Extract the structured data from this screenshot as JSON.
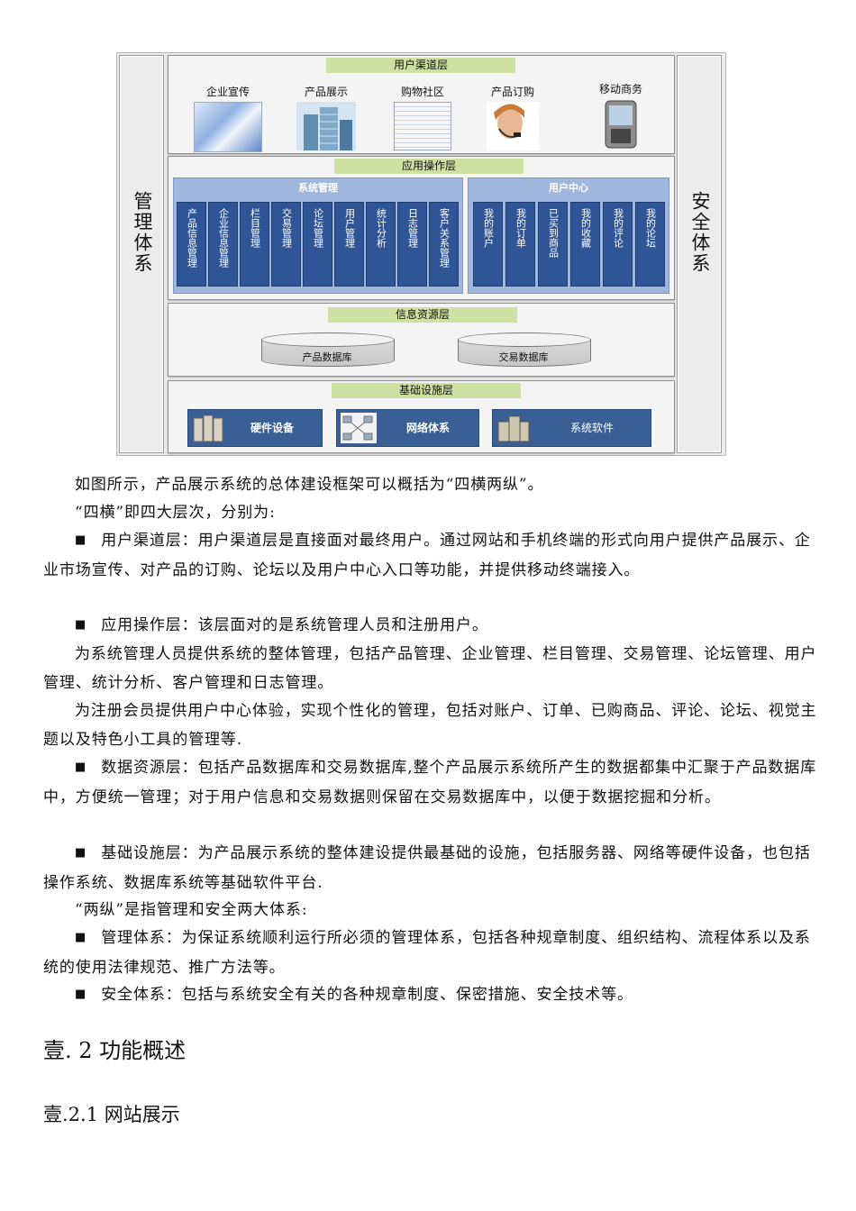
{
  "diagram": {
    "pillar_left": "管理体系",
    "pillar_right": "安全体系",
    "channel_layer": {
      "title": "用户渠道层",
      "items": [
        "企业宣传",
        "产品展示",
        "购物社区",
        "产品订购",
        "移动商务"
      ]
    },
    "operation_layer": {
      "title": "应用操作层",
      "system_mgmt": {
        "title": "系统管理",
        "items": [
          "产品信息管理",
          "企业信息管理",
          "栏目管理",
          "交易管理",
          "论坛管理",
          "用户管理",
          "统计分析",
          "日志管理",
          "客户关系管理"
        ]
      },
      "user_center": {
        "title": "用户中心",
        "items": [
          "我的账户",
          "我的订单",
          "已买到商品",
          "我的收藏",
          "我的评论",
          "我的论坛"
        ]
      }
    },
    "info_layer": {
      "title": "信息资源层",
      "databases": [
        "产品数据库",
        "交易数据库"
      ]
    },
    "infra_layer": {
      "title": "基础设施层",
      "items": [
        "硬件设备",
        "网络体系",
        "系统软件"
      ]
    }
  },
  "text": {
    "p1": "如图所示，产品展示系统的总体建设框架可以概括为“四横两纵”。",
    "p2": "“四横”即四大层次，分别为:",
    "p3": "用户渠道层：用户渠道层是直接面对最终用户。通过网站和手机终端的形式向用户提供产品展示、企业市场宣传、对产品的订购、论坛以及用户中心入口等功能，并提供移动终端接入。",
    "p4": "应用操作层：该层面对的是系统管理人员和注册用户。",
    "p5": "为系统管理人员提供系统的整体管理，包括产品管理、企业管理、栏目管理、交易管理、论坛管理、用户管理、统计分析、客户管理和日志管理。",
    "p6": "为注册会员提供用户中心体验，实现个性化的管理，包括对账户、订单、已购商品、评论、论坛、视觉主题以及特色小工具的管理等.",
    "p7": "数据资源层：包括产品数据库和交易数据库,整个产品展示系统所产生的数据都集中汇聚于产品数据库中，方便统一管理；对于用户信息和交易数据则保留在交易数据库中，以便于数据挖掘和分析。",
    "p8": "基础设施层：为产品展示系统的整体建设提供最基础的设施，包括服务器、网络等硬件设备，也包括操作系统、数据库系统等基础软件平台.",
    "p9": "“两纵”是指管理和安全两大体系:",
    "p10": "管理体系：为保证系统顺利运行所必须的管理体系，包括各种规章制度、组织结构、流程体系以及系统的使用法律规范、推广方法等。",
    "p11": "安全体系：包括与系统安全有关的各种规章制度、保密措施、安全技术等。",
    "h1": "壹. 2  功能概述",
    "h2": "壹.2.1 网站展示"
  }
}
